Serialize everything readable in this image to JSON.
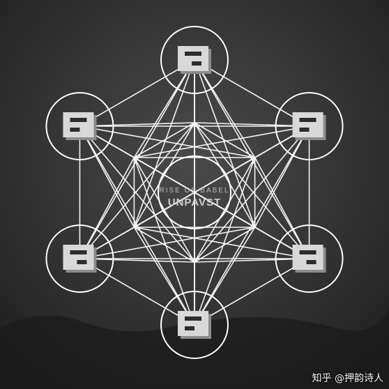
{
  "artwork": {
    "top_text": "RISE OF BABEL",
    "bottom_text": "UNPAVST",
    "palette": {
      "background_light": "#4a4a4a",
      "background_dark": "#1c1c1c",
      "line": "#ffffff",
      "glyph_light": "#d8d8d8",
      "glyph_shade": "#8c8c8c"
    }
  },
  "watermark": {
    "text": "知乎 @押韵诗人"
  }
}
